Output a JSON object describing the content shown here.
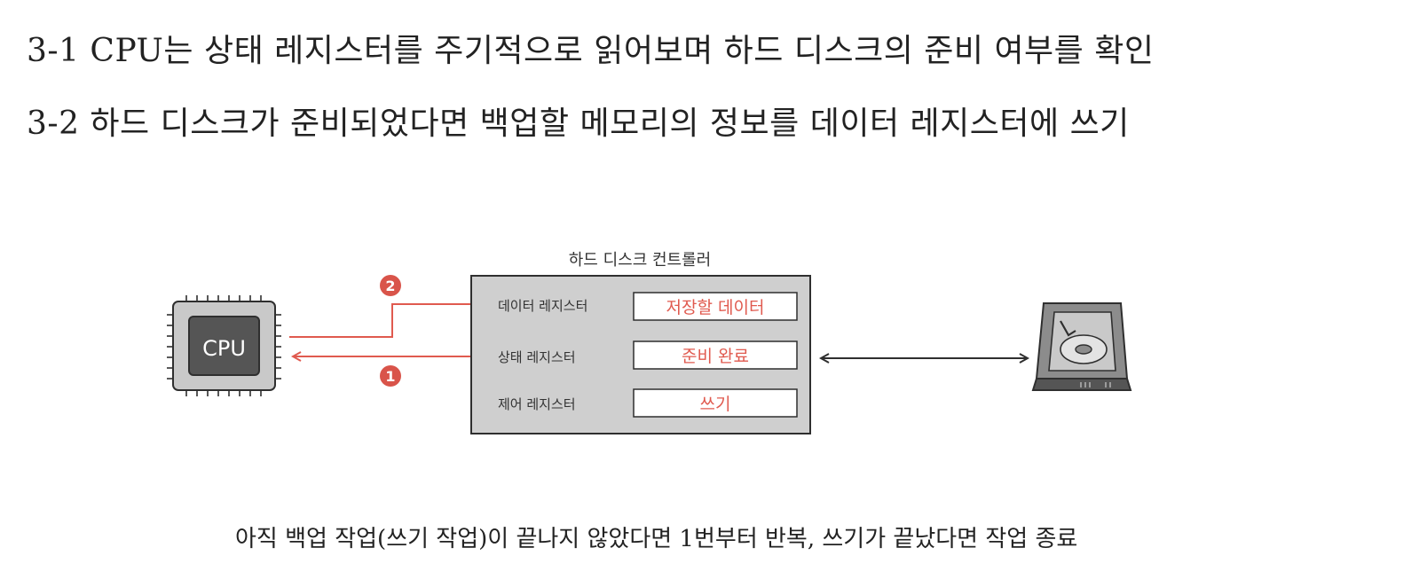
{
  "heading": {
    "line1": "3-1 CPU는 상태 레지스터를 주기적으로 읽어보며 하드 디스크의 준비 여부를 확인",
    "line2": "3-2 하드 디스크가 준비되었다면 백업할 메모리의 정보를 데이터 레지스터에 쓰기"
  },
  "diagram": {
    "controller_title": "하드 디스크 컨트롤러",
    "cpu_label": "CPU",
    "registers": [
      {
        "name": "데이터 레지스터",
        "value": "저장할 데이터"
      },
      {
        "name": "상태 레지스터",
        "value": "준비 완료"
      },
      {
        "name": "제어 레지스터",
        "value": "쓰기"
      }
    ],
    "steps": {
      "write": "2",
      "read": "1"
    },
    "colors": {
      "accent": "#e05a4f",
      "badge": "#d9544a",
      "controller_fill": "#cfcfcf",
      "cpu_outer": "#c9c9c9",
      "cpu_inner": "#555555",
      "disk_body": "#8c8c8c",
      "outline": "#2f2f2f"
    }
  },
  "footer": {
    "note": "아직 백업 작업(쓰기 작업)이 끝나지 않았다면 1번부터 반복, 쓰기가 끝났다면 작업 종료"
  }
}
